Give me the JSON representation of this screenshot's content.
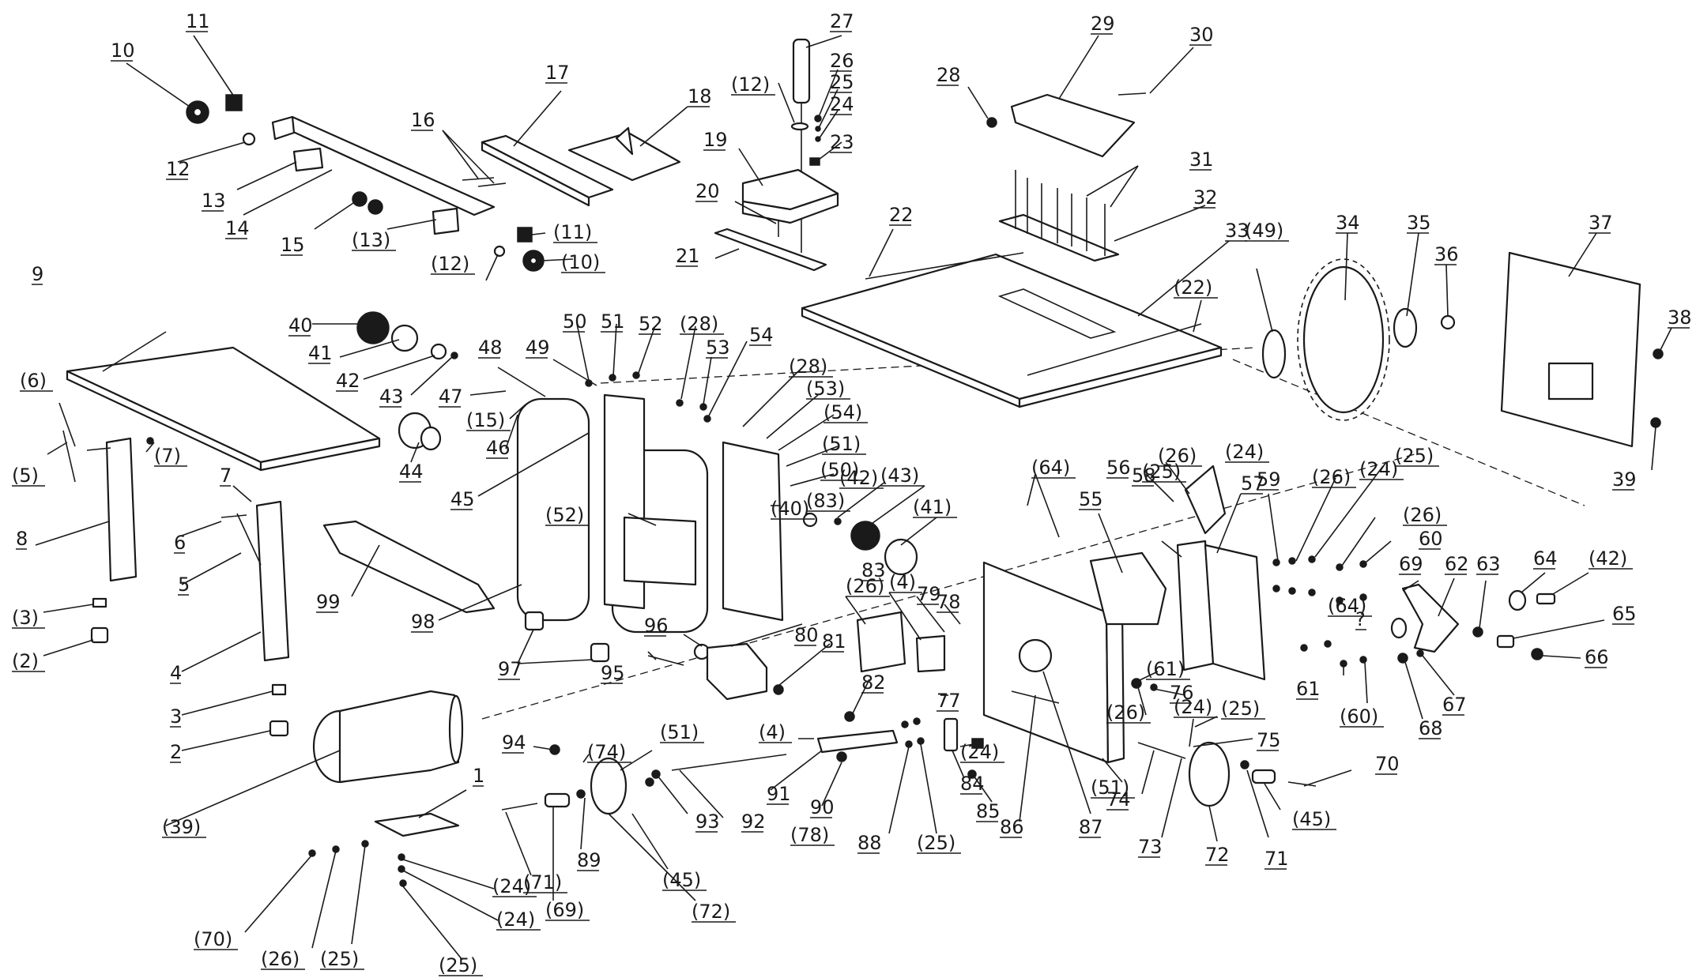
{
  "diagram": {
    "labels": [
      "11",
      "10",
      "12",
      "13",
      "14",
      "15",
      "(13)",
      "16",
      "17",
      "18",
      "(11)",
      "(12)",
      "(10)",
      "27",
      "(12)",
      "26",
      "25",
      "24",
      "23",
      "19",
      "20",
      "21",
      "28",
      "29",
      "30",
      "31",
      "32",
      "33",
      "22",
      "(22)",
      "9",
      "(6)",
      "(5)",
      "(7)",
      "8",
      "(3)",
      "(2)",
      "7",
      "6",
      "5",
      "4",
      "3",
      "2",
      "40",
      "41",
      "42",
      "43",
      "47",
      "(15)",
      "46",
      "45",
      "44",
      "99",
      "98",
      "97",
      "96",
      "95",
      "48",
      "49",
      "50",
      "51",
      "52",
      "(28)",
      "53",
      "54",
      "(28)",
      "(53)",
      "(54)",
      "(51)",
      "(50)",
      "(52)",
      "(83)",
      "(42)",
      "(43)",
      "(41)",
      "(40)",
      "(49)",
      "34",
      "35",
      "36",
      "37",
      "38",
      "39",
      "(39)",
      "1",
      "94",
      "(74)",
      "(51)",
      "93",
      "92",
      "91",
      "90",
      "89",
      "(45)",
      "(72)",
      "(71)",
      "(69)",
      "(70)",
      "(26)",
      "(25)",
      "(24)",
      "(24)",
      "(25)",
      "(26)",
      "80",
      "81",
      "82",
      "83",
      "(4)",
      "(4)",
      "79",
      "78",
      "77",
      "(78)",
      "88",
      "(25)",
      "(24)",
      "84",
      "85",
      "86",
      "87",
      "(64)",
      "55",
      "56",
      "(26)",
      "(25)",
      "(24)",
      "57",
      "58",
      "59",
      "(26)",
      "(24)",
      "(25)",
      "(26)",
      "60",
      "61",
      "(60)",
      "(61)",
      "76",
      "(24)",
      "(26)",
      "(25)",
      "75",
      "(51)",
      "74",
      "73",
      "72",
      "71",
      "(45)",
      "70",
      "69",
      "62",
      "63",
      "64",
      "(42)",
      "65",
      "66",
      "67",
      "68",
      "(64)",
      "?",
      "?"
    ]
  }
}
